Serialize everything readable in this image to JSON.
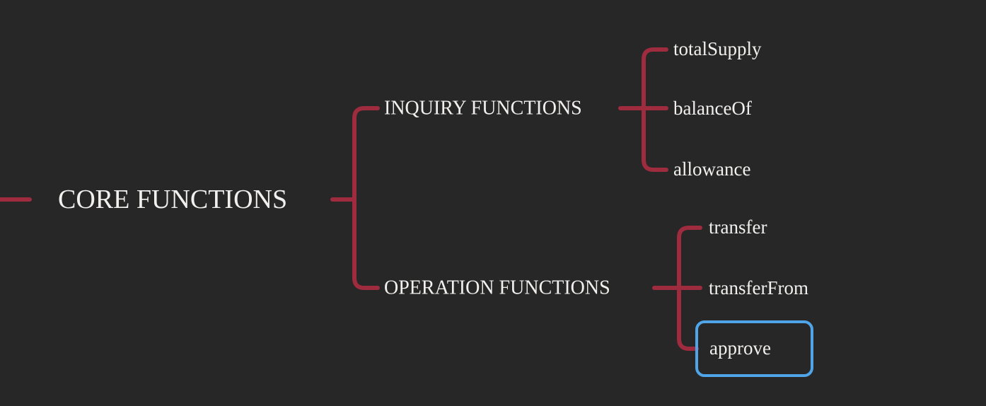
{
  "colors": {
    "background": "#272727",
    "branch_line": "#9e2b3e",
    "node_text": "#f1f0ee",
    "selection_border": "#4fa5e8"
  },
  "mindmap": {
    "root": {
      "label": "CORE FUNCTIONS"
    },
    "branches": [
      {
        "label": "INQUIRY FUNCTIONS",
        "children": [
          {
            "label": "totalSupply"
          },
          {
            "label": "balanceOf"
          },
          {
            "label": "allowance"
          }
        ]
      },
      {
        "label": "OPERATION FUNCTIONS",
        "children": [
          {
            "label": "transfer"
          },
          {
            "label": "transferFrom"
          },
          {
            "label": "approve",
            "selected": true
          }
        ]
      }
    ]
  }
}
